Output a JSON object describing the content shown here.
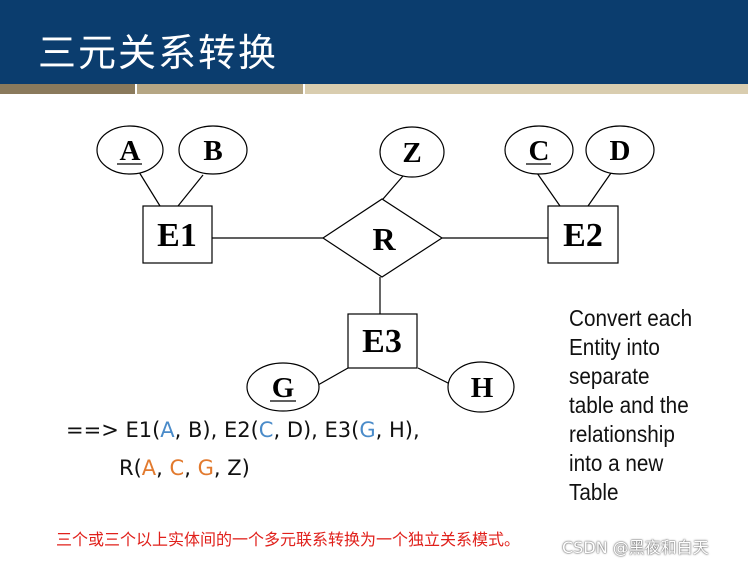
{
  "slide": {
    "title": "三元关系转换"
  },
  "diagram": {
    "entities": [
      "E1",
      "E2",
      "E3"
    ],
    "relationship": "R",
    "attributes": [
      "A",
      "B",
      "Z",
      "C",
      "D",
      "G",
      "H"
    ],
    "key_attributes": [
      "A",
      "C",
      "G"
    ]
  },
  "formula": {
    "line1": [
      {
        "t": "==> E1(",
        "c": "plain"
      },
      {
        "t": "A",
        "c": "blue"
      },
      {
        "t": ", B), E2(",
        "c": "plain"
      },
      {
        "t": "C",
        "c": "blue"
      },
      {
        "t": ", D), E3(",
        "c": "plain"
      },
      {
        "t": "G",
        "c": "blue"
      },
      {
        "t": ", H),",
        "c": "plain"
      }
    ],
    "line2": [
      {
        "t": "R(",
        "c": "plain"
      },
      {
        "t": "A",
        "c": "orange"
      },
      {
        "t": ", ",
        "c": "plain"
      },
      {
        "t": "C",
        "c": "orange"
      },
      {
        "t": ", ",
        "c": "plain"
      },
      {
        "t": "G",
        "c": "orange"
      },
      {
        "t": ", Z)",
        "c": "plain"
      }
    ]
  },
  "note": {
    "lines": [
      "Convert each",
      "Entity into",
      "separate",
      "table and the",
      "relationship",
      "into a new",
      "Table"
    ]
  },
  "summary": "三个或三个以上实体间的一个多元联系转换为一个独立关系模式。",
  "watermark": "CSDN @黑夜和白天",
  "colors": {
    "header": "#0b3d6e",
    "key_blue": "#4a8bc9",
    "key_orange": "#e27a2e",
    "summary_red": "#e0201b"
  }
}
